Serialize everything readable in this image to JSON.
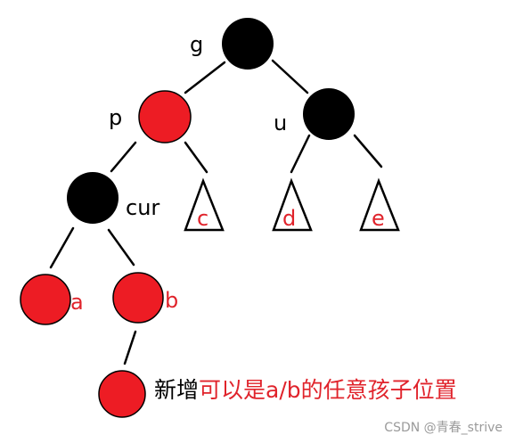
{
  "nodes": {
    "g": {
      "label": "g",
      "color": "#000000"
    },
    "p": {
      "label": "p",
      "color": "#ed1c24"
    },
    "u": {
      "label": "u",
      "color": "#000000"
    },
    "cur": {
      "label": "cur",
      "color": "#000000"
    },
    "a": {
      "label": "a",
      "color": "#ed1c24"
    },
    "b": {
      "label": "b",
      "color": "#ed1c24"
    },
    "new": {
      "color": "#ed1c24"
    }
  },
  "subtrees": {
    "c": {
      "label": "c"
    },
    "d": {
      "label": "d"
    },
    "e": {
      "label": "e"
    }
  },
  "caption": {
    "part1": "新增",
    "part2": "可以是a/b的任意孩子位置"
  },
  "watermark": "CSDN @青春_strive",
  "colors": {
    "black_node": "#000000",
    "red_node": "#ed1c24",
    "red_text": "#e0232b"
  }
}
